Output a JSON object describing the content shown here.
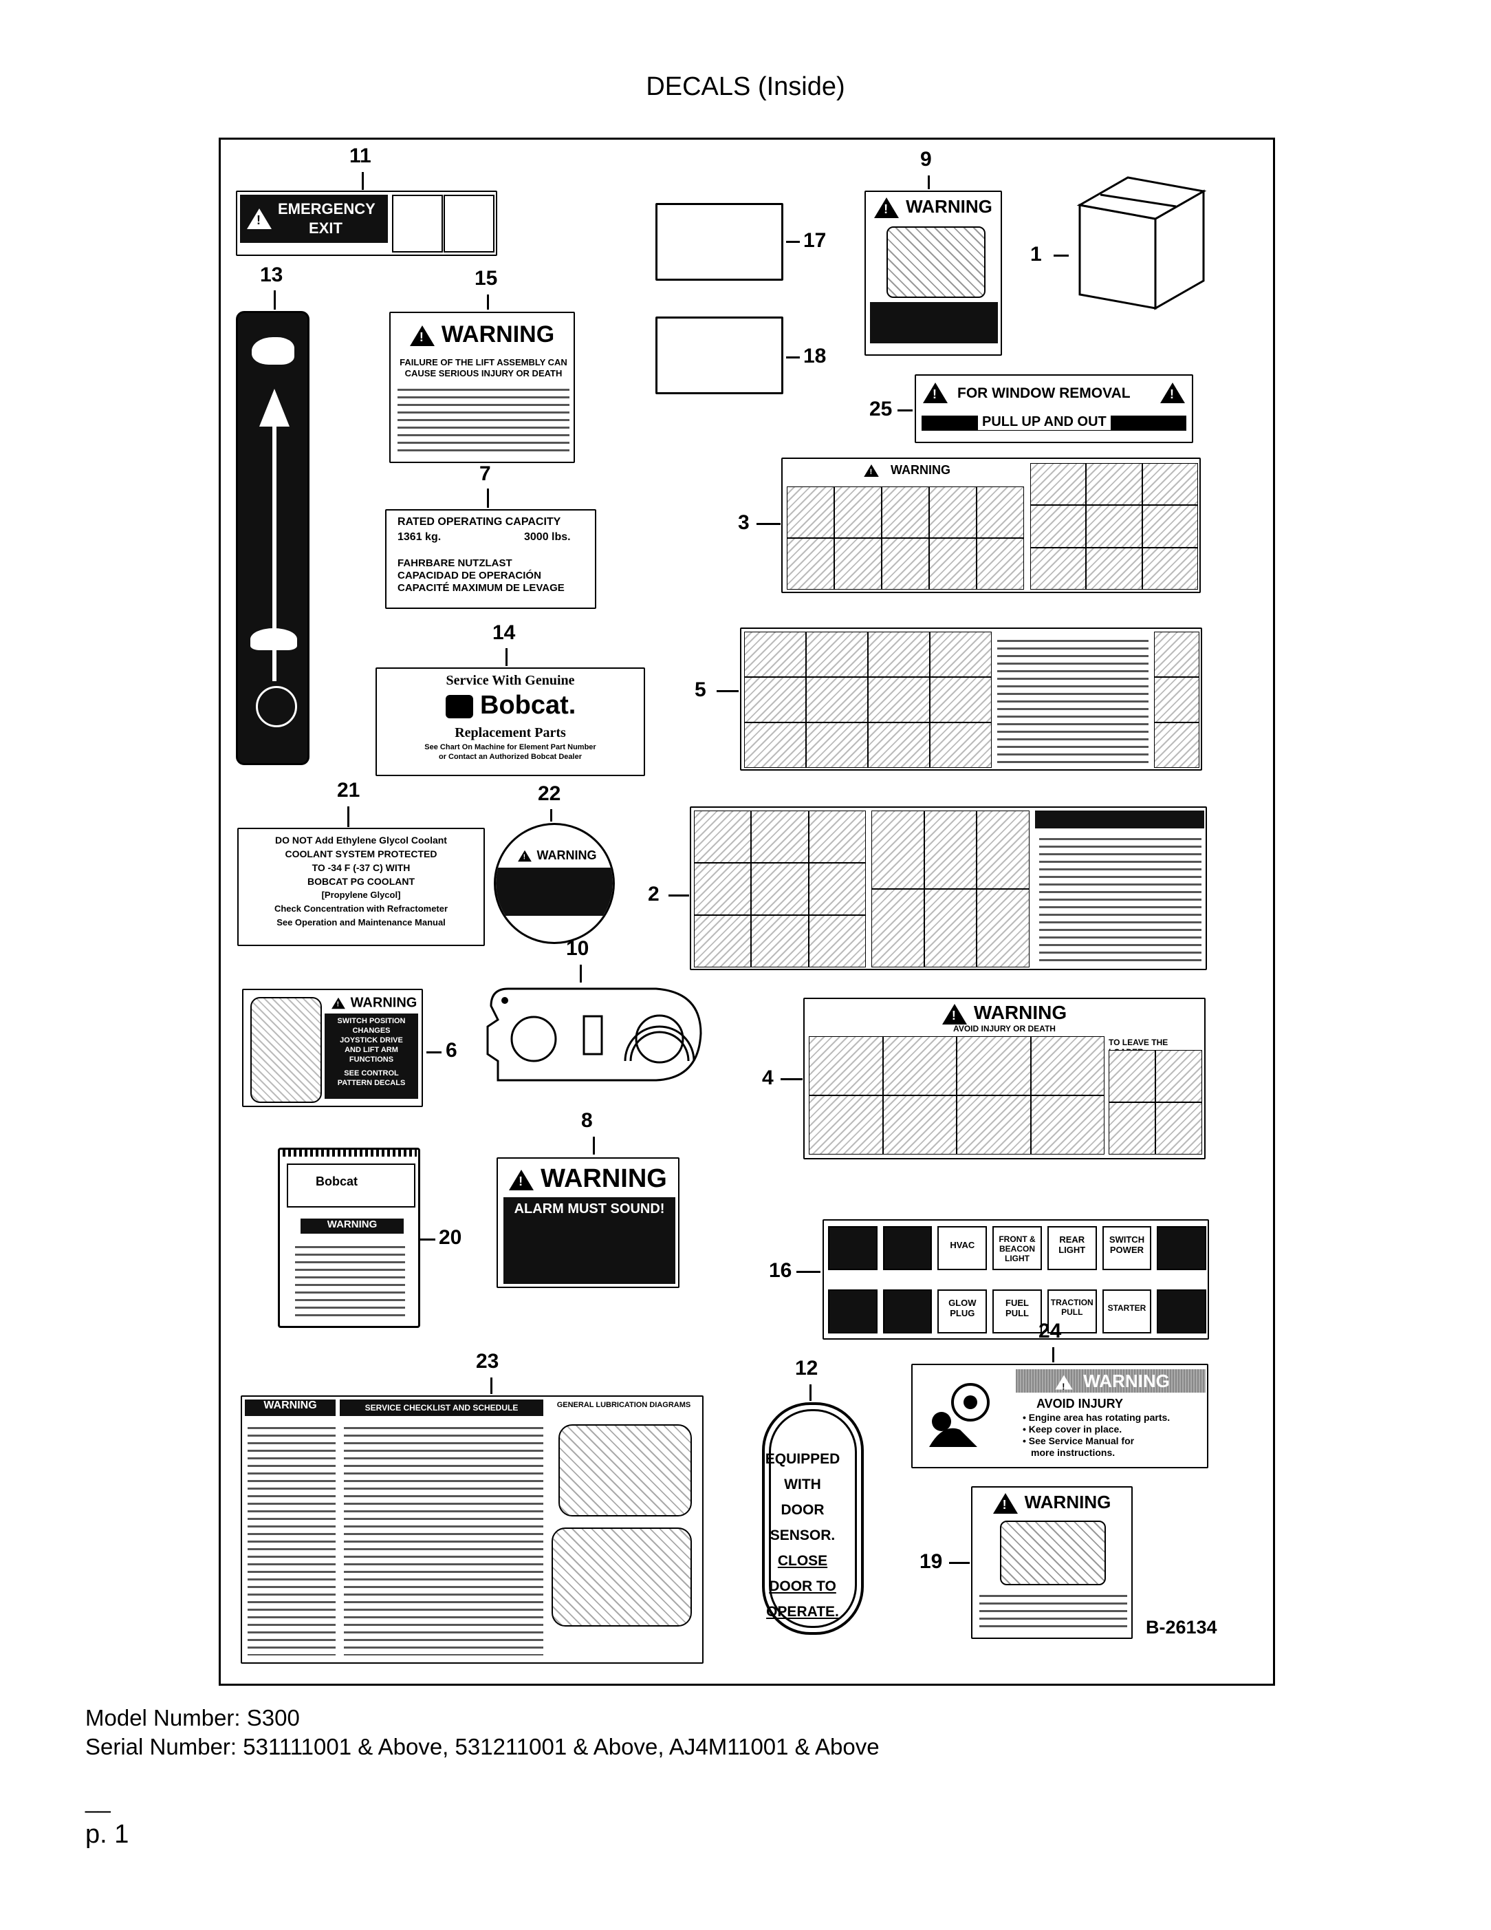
{
  "page_title": "DECALS (Inside)",
  "drawing_number": "B-26134",
  "callouts": {
    "c1": "1",
    "c2": "2",
    "c3": "3",
    "c4": "4",
    "c5": "5",
    "c6": "6",
    "c7": "7",
    "c8": "8",
    "c9": "9",
    "c10": "10",
    "c11": "11",
    "c12": "12",
    "c13": "13",
    "c14": "14",
    "c15": "15",
    "c16": "16",
    "c17": "17",
    "c18": "18",
    "c19": "19",
    "c20": "20",
    "c21": "21",
    "c22": "22",
    "c23": "23",
    "c24": "24",
    "c25": "25"
  },
  "decals": {
    "emergency_exit": {
      "line1": "EMERGENCY",
      "line2": "EXIT"
    },
    "warning_9": {
      "head": "WARNING"
    },
    "warning_15": {
      "head": "WARNING",
      "line1": "FAILURE OF THE LIFT ASSEMBLY CAN",
      "line2": "CAUSE SERIOUS INJURY OR DEATH"
    },
    "capacity_7": {
      "line1": "RATED OPERATING CAPACITY",
      "line2a": "1361 kg.",
      "line2b": "3000 lbs.",
      "line3": "FAHRBARE NUTZLAST",
      "line4": "CAPACIDAD DE OPERACIÓN",
      "line5": "CAPACITÉ MAXIMUM DE LEVAGE"
    },
    "window_25": {
      "line1": "FOR WINDOW REMOVAL",
      "line2": "PULL UP AND OUT"
    },
    "warning_3": {
      "head": "WARNING"
    },
    "genuine_14": {
      "line1": "Service With Genuine",
      "brand": "Bobcat.",
      "line3": "Replacement Parts",
      "line4": "See Chart On Machine for Element Part Number",
      "line5": "or Contact an Authorized Bobcat Dealer"
    },
    "coolant_21": {
      "line1": "DO NOT Add Ethylene Glycol Coolant",
      "line2": "COOLANT SYSTEM PROTECTED",
      "line3": "TO -34 F (-37 C) WITH",
      "line4": "BOBCAT PG COOLANT",
      "line5": "[Propylene Glycol]",
      "line6": "Check Concentration with Refractometer",
      "line7": "See Operation and Maintenance Manual"
    },
    "warning_22": {
      "head": "WARNING"
    },
    "warning_6": {
      "head": "WARNING",
      "line1": "SWITCH POSITION",
      "line2": "CHANGES",
      "line3": "JOYSTICK DRIVE",
      "line4": "AND LIFT ARM",
      "line5": "FUNCTIONS",
      "line6": "SEE CONTROL",
      "line7": "PATTERN DECALS"
    },
    "warning_4": {
      "head": "WARNING",
      "sub": "AVOID INJURY OR DEATH",
      "right": "TO LEAVE THE LOADER:"
    },
    "warning_8": {
      "head": "WARNING",
      "line1": "ALARM MUST SOUND!"
    },
    "decal_20": {
      "brand": "Bobcat",
      "head": "WARNING"
    },
    "switches_16": {
      "row1": [
        "",
        "",
        "HVAC",
        "FRONT & BEACON LIGHT",
        "REAR LIGHT",
        "SWITCH POWER",
        ""
      ],
      "row2": [
        "",
        "",
        "GLOW PLUG",
        "FUEL PULL",
        "TRACTION PULL",
        "STARTER",
        ""
      ]
    },
    "warning_23": {
      "head": "WARNING",
      "title": "SERVICE CHECKLIST AND SCHEDULE",
      "right": "GENERAL LUBRICATION DIAGRAMS"
    },
    "door_12": {
      "line1": "EQUIPPED",
      "line2": "WITH",
      "line3": "DOOR",
      "line4": "SENSOR.",
      "line5": "CLOSE",
      "line6": "DOOR TO",
      "line7": "OPERATE."
    },
    "warning_24": {
      "head": "WARNING",
      "line1": "AVOID INJURY",
      "bullet1": "Engine area has rotating parts.",
      "bullet2": "Keep cover in place.",
      "bullet3": "See Service Manual for",
      "bullet4": "more instructions."
    },
    "warning_19": {
      "head": "WARNING"
    }
  },
  "footer": {
    "model": "Model Number: S300",
    "serial": "Serial Number: 531111001 & Above, 531211001 & Above, AJ4M11001 & Above",
    "dash": "__",
    "page": "p. 1"
  }
}
